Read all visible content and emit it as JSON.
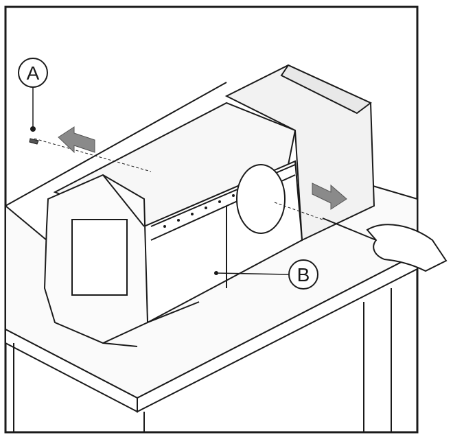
{
  "figure": {
    "callouts": [
      {
        "id": "A",
        "label": "A",
        "part": "screw"
      },
      {
        "id": "B",
        "label": "B",
        "part": "frame"
      }
    ],
    "colors": {
      "line": "#1a1a1a",
      "arrow_fill": "#8a8a8a",
      "paper": "#ffffff",
      "panel_shade": "#f2f2f2"
    },
    "icons": [
      "arrow-left-icon",
      "arrow-right-icon",
      "screwdriver-icon",
      "hand-icon",
      "screw-icon"
    ]
  }
}
